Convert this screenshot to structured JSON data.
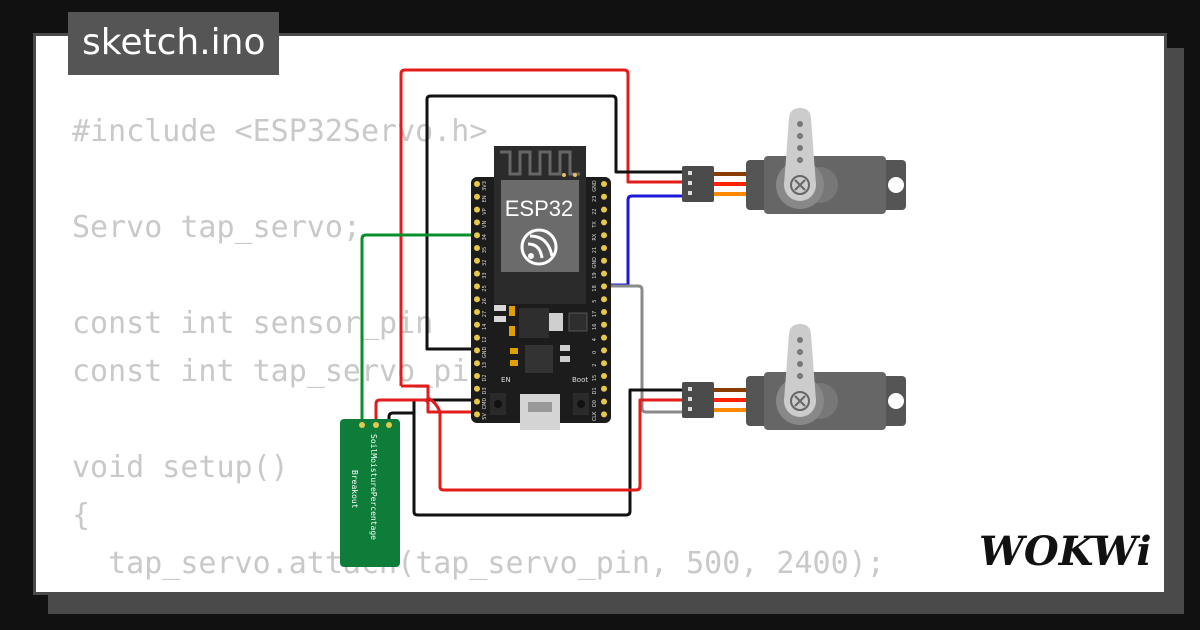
{
  "file_tab": {
    "label": "sketch.ino"
  },
  "code_lines": [
    "#include <ESP32Servo.h>",
    "",
    "Servo tap_servo;",
    "",
    "const int sensor_pin",
    "const int tap_servo_pin = ;",
    "",
    "void setup()",
    "{",
    "  tap_servo.attach(tap_servo_pin, 500, 2400);",
    "}"
  ],
  "board": {
    "label": "ESP32",
    "left_pins": [
      "3V3",
      "EN",
      "VP",
      "VN",
      "34",
      "35",
      "32",
      "33",
      "25",
      "26",
      "27",
      "14",
      "12",
      "GND",
      "13",
      "D2",
      "D3",
      "CMD",
      "5V"
    ],
    "right_pins": [
      "GND",
      "23",
      "22",
      "TX",
      "RX",
      "21",
      "GND",
      "19",
      "18",
      "5",
      "17",
      "16",
      "4",
      "0",
      "2",
      "15",
      "D1",
      "D0",
      "CLK"
    ],
    "en_label": "EN",
    "boot_label": "Boot"
  },
  "sensor": {
    "label_line1": "SoilMoisturePercentage",
    "label_line2": "Breakout"
  },
  "logo": {
    "text": "WOKWi"
  },
  "wire_colors": {
    "red": "#e31b1b",
    "black": "#111111",
    "green": "#0a8f2a",
    "blue": "#1a1ad8",
    "gray": "#8a8a8a",
    "servo_brown": "#8b3a00",
    "servo_red": "#ff2200",
    "servo_orange": "#ff8a00"
  }
}
